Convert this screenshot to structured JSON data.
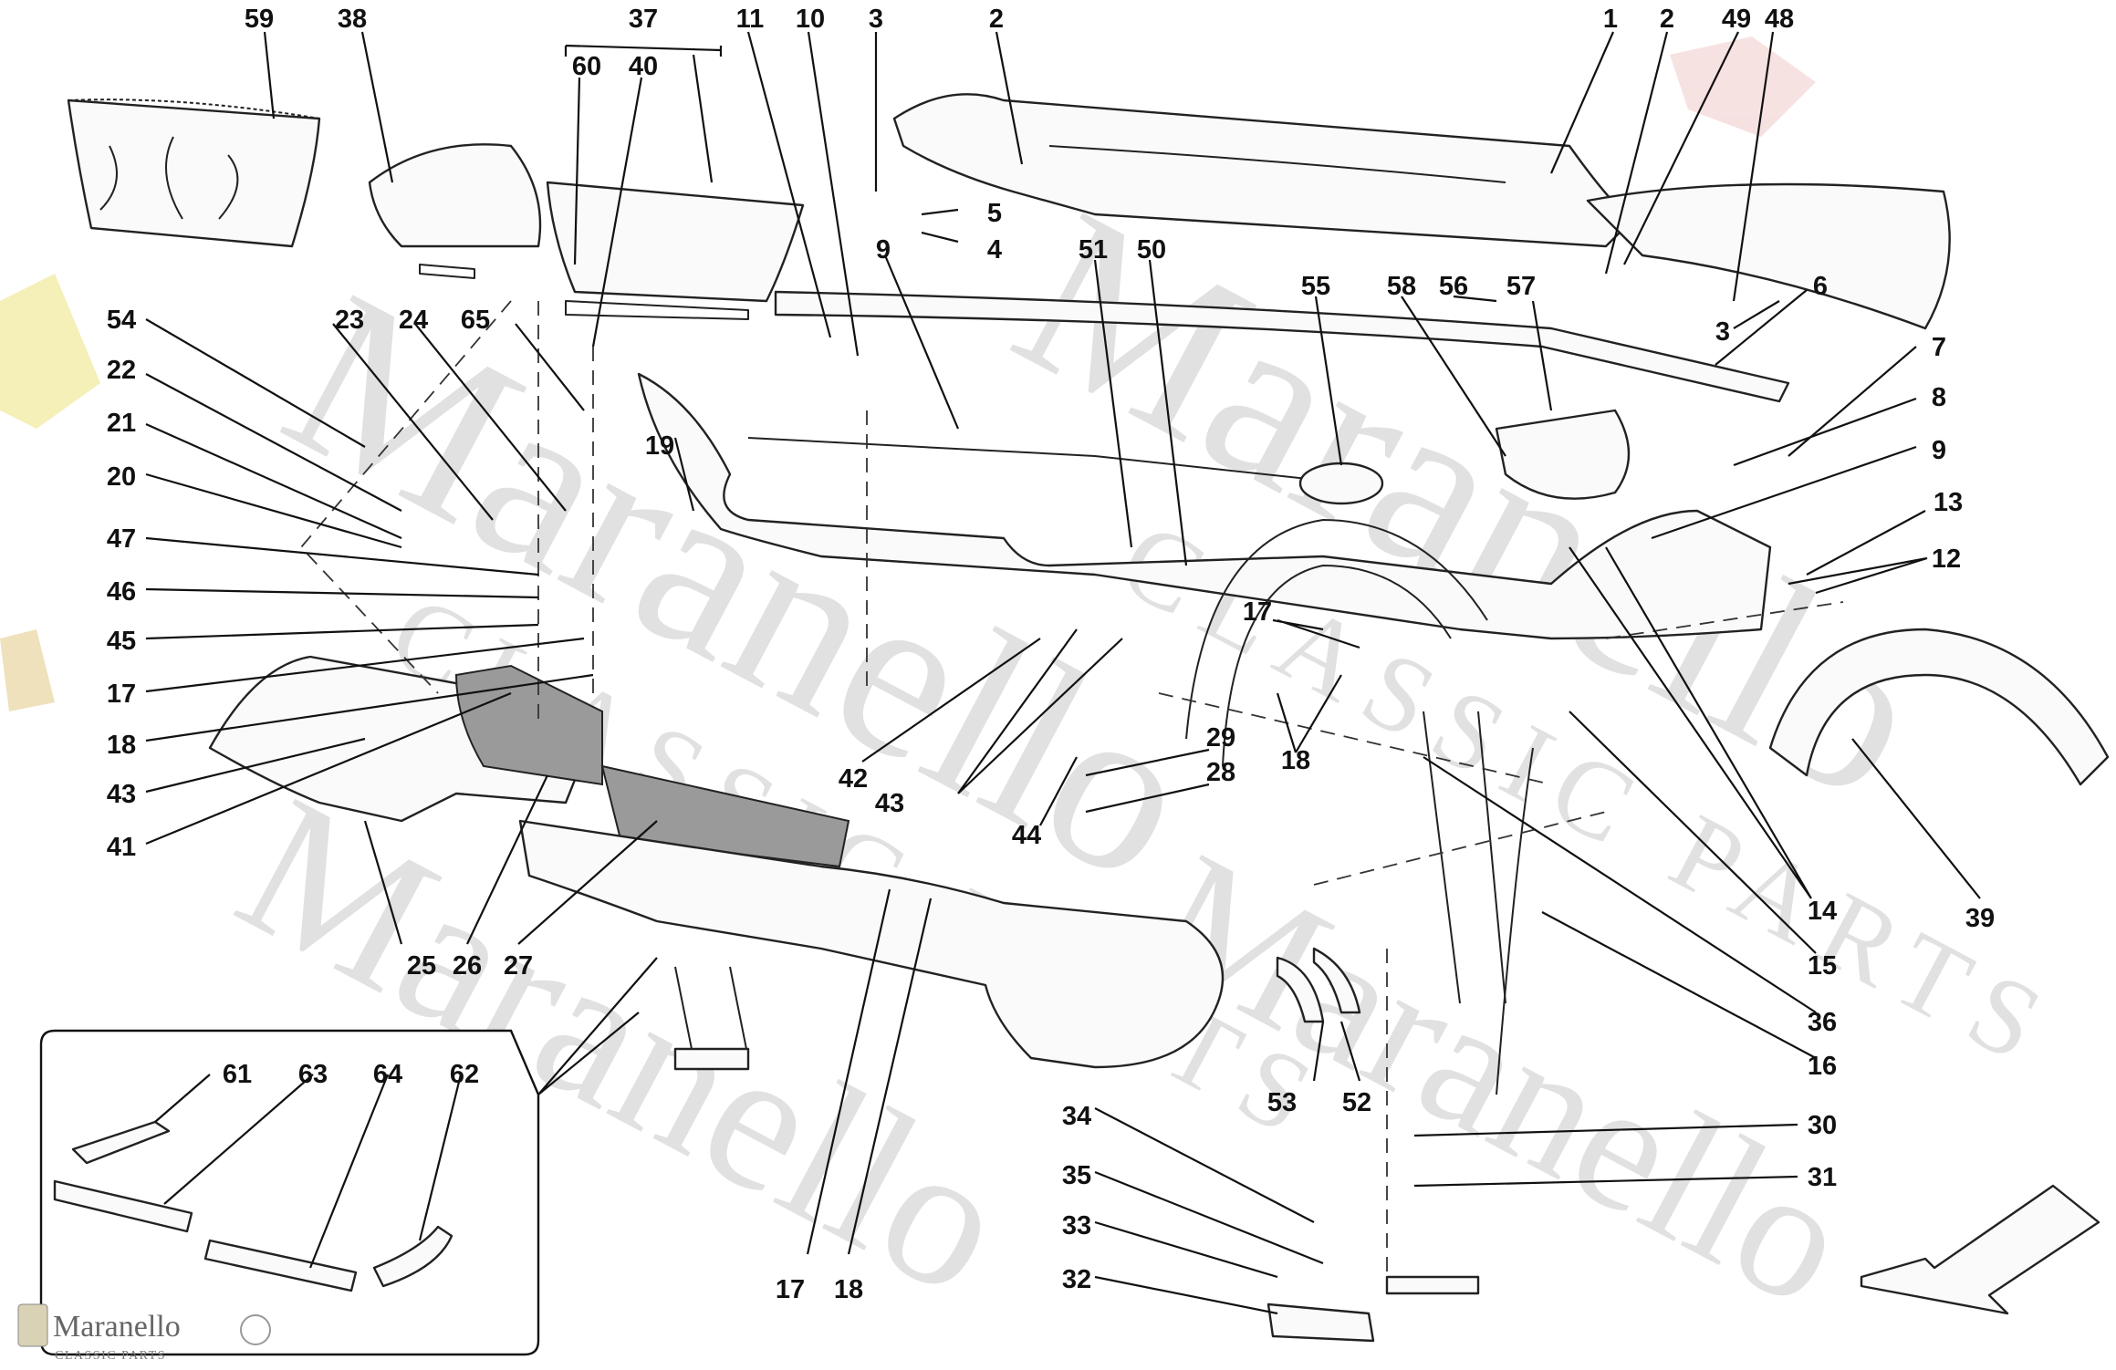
{
  "brand": {
    "name": "Maranello",
    "tagline": "CLASSIC PARTS",
    "watermark_big": "Maranello",
    "watermark_small": "CLASSIC PARTS"
  },
  "callouts": [
    {
      "id": "c59",
      "label": "59"
    },
    {
      "id": "c38",
      "label": "38"
    },
    {
      "id": "c37",
      "label": "37"
    },
    {
      "id": "c60",
      "label": "60"
    },
    {
      "id": "c40",
      "label": "40"
    },
    {
      "id": "c11",
      "label": "11"
    },
    {
      "id": "c10",
      "label": "10"
    },
    {
      "id": "c3a",
      "label": "3"
    },
    {
      "id": "c2a",
      "label": "2"
    },
    {
      "id": "c1",
      "label": "1"
    },
    {
      "id": "c2b",
      "label": "2"
    },
    {
      "id": "c49",
      "label": "49"
    },
    {
      "id": "c48",
      "label": "48"
    },
    {
      "id": "c5",
      "label": "5"
    },
    {
      "id": "c4",
      "label": "4"
    },
    {
      "id": "c9a",
      "label": "9"
    },
    {
      "id": "c51",
      "label": "51"
    },
    {
      "id": "c50",
      "label": "50"
    },
    {
      "id": "c55",
      "label": "55"
    },
    {
      "id": "c58",
      "label": "58"
    },
    {
      "id": "c56",
      "label": "56"
    },
    {
      "id": "c57",
      "label": "57"
    },
    {
      "id": "c6",
      "label": "6"
    },
    {
      "id": "c3b",
      "label": "3"
    },
    {
      "id": "c7",
      "label": "7"
    },
    {
      "id": "c8",
      "label": "8"
    },
    {
      "id": "c9b",
      "label": "9"
    },
    {
      "id": "c13",
      "label": "13"
    },
    {
      "id": "c12",
      "label": "12"
    },
    {
      "id": "c54",
      "label": "54"
    },
    {
      "id": "c23",
      "label": "23"
    },
    {
      "id": "c24",
      "label": "24"
    },
    {
      "id": "c65",
      "label": "65"
    },
    {
      "id": "c22",
      "label": "22"
    },
    {
      "id": "c21",
      "label": "21"
    },
    {
      "id": "c19",
      "label": "19"
    },
    {
      "id": "c20",
      "label": "20"
    },
    {
      "id": "c47",
      "label": "47"
    },
    {
      "id": "c46",
      "label": "46"
    },
    {
      "id": "c45",
      "label": "45"
    },
    {
      "id": "c17a",
      "label": "17"
    },
    {
      "id": "c18a",
      "label": "18"
    },
    {
      "id": "c43a",
      "label": "43"
    },
    {
      "id": "c41",
      "label": "41"
    },
    {
      "id": "c17b",
      "label": "17"
    },
    {
      "id": "c18b",
      "label": "18"
    },
    {
      "id": "c42",
      "label": "42"
    },
    {
      "id": "c43b",
      "label": "43"
    },
    {
      "id": "c29",
      "label": "29"
    },
    {
      "id": "c28",
      "label": "28"
    },
    {
      "id": "c44",
      "label": "44"
    },
    {
      "id": "c25",
      "label": "25"
    },
    {
      "id": "c26",
      "label": "26"
    },
    {
      "id": "c27",
      "label": "27"
    },
    {
      "id": "c14",
      "label": "14"
    },
    {
      "id": "c39",
      "label": "39"
    },
    {
      "id": "c15",
      "label": "15"
    },
    {
      "id": "c36",
      "label": "36"
    },
    {
      "id": "c16",
      "label": "16"
    },
    {
      "id": "c53",
      "label": "53"
    },
    {
      "id": "c52",
      "label": "52"
    },
    {
      "id": "c34",
      "label": "34"
    },
    {
      "id": "c30",
      "label": "30"
    },
    {
      "id": "c35",
      "label": "35"
    },
    {
      "id": "c31",
      "label": "31"
    },
    {
      "id": "c33",
      "label": "33"
    },
    {
      "id": "c32",
      "label": "32"
    },
    {
      "id": "c17c",
      "label": "17"
    },
    {
      "id": "c18c",
      "label": "18"
    },
    {
      "id": "c61",
      "label": "61"
    },
    {
      "id": "c63",
      "label": "63"
    },
    {
      "id": "c64",
      "label": "64"
    },
    {
      "id": "c62",
      "label": "62"
    }
  ]
}
